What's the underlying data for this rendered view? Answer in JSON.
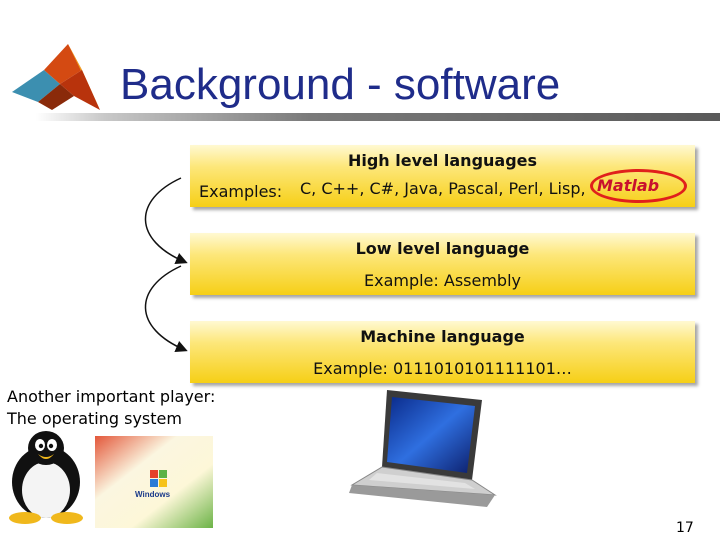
{
  "title": "Background - software",
  "boxes": {
    "high": {
      "heading": "High level languages",
      "examples_label": "Examples:",
      "examples": "C, C++, C#, Java, Pascal, Perl, Lisp,",
      "highlight": "Matlab"
    },
    "low": {
      "heading": "Low level language",
      "example": "Example: Assembly"
    },
    "machine": {
      "heading": "Machine language",
      "example": "Example: 0111010101111101…"
    }
  },
  "player": {
    "line1": "Another  important player:",
    "line2": "The operating system"
  },
  "windows_logo_text": "Windows",
  "page_number": "17",
  "colors": {
    "title": "#1f2c8a",
    "box_top": "#fff9d2",
    "box_bottom": "#f6cf16",
    "highlight_text": "#c8102e",
    "highlight_ring": "#e0201c"
  },
  "icons": [
    "matlab-logo-icon",
    "tux-penguin-icon",
    "windows-xp-logo-icon",
    "laptop-icon",
    "curved-arrow-icon"
  ]
}
